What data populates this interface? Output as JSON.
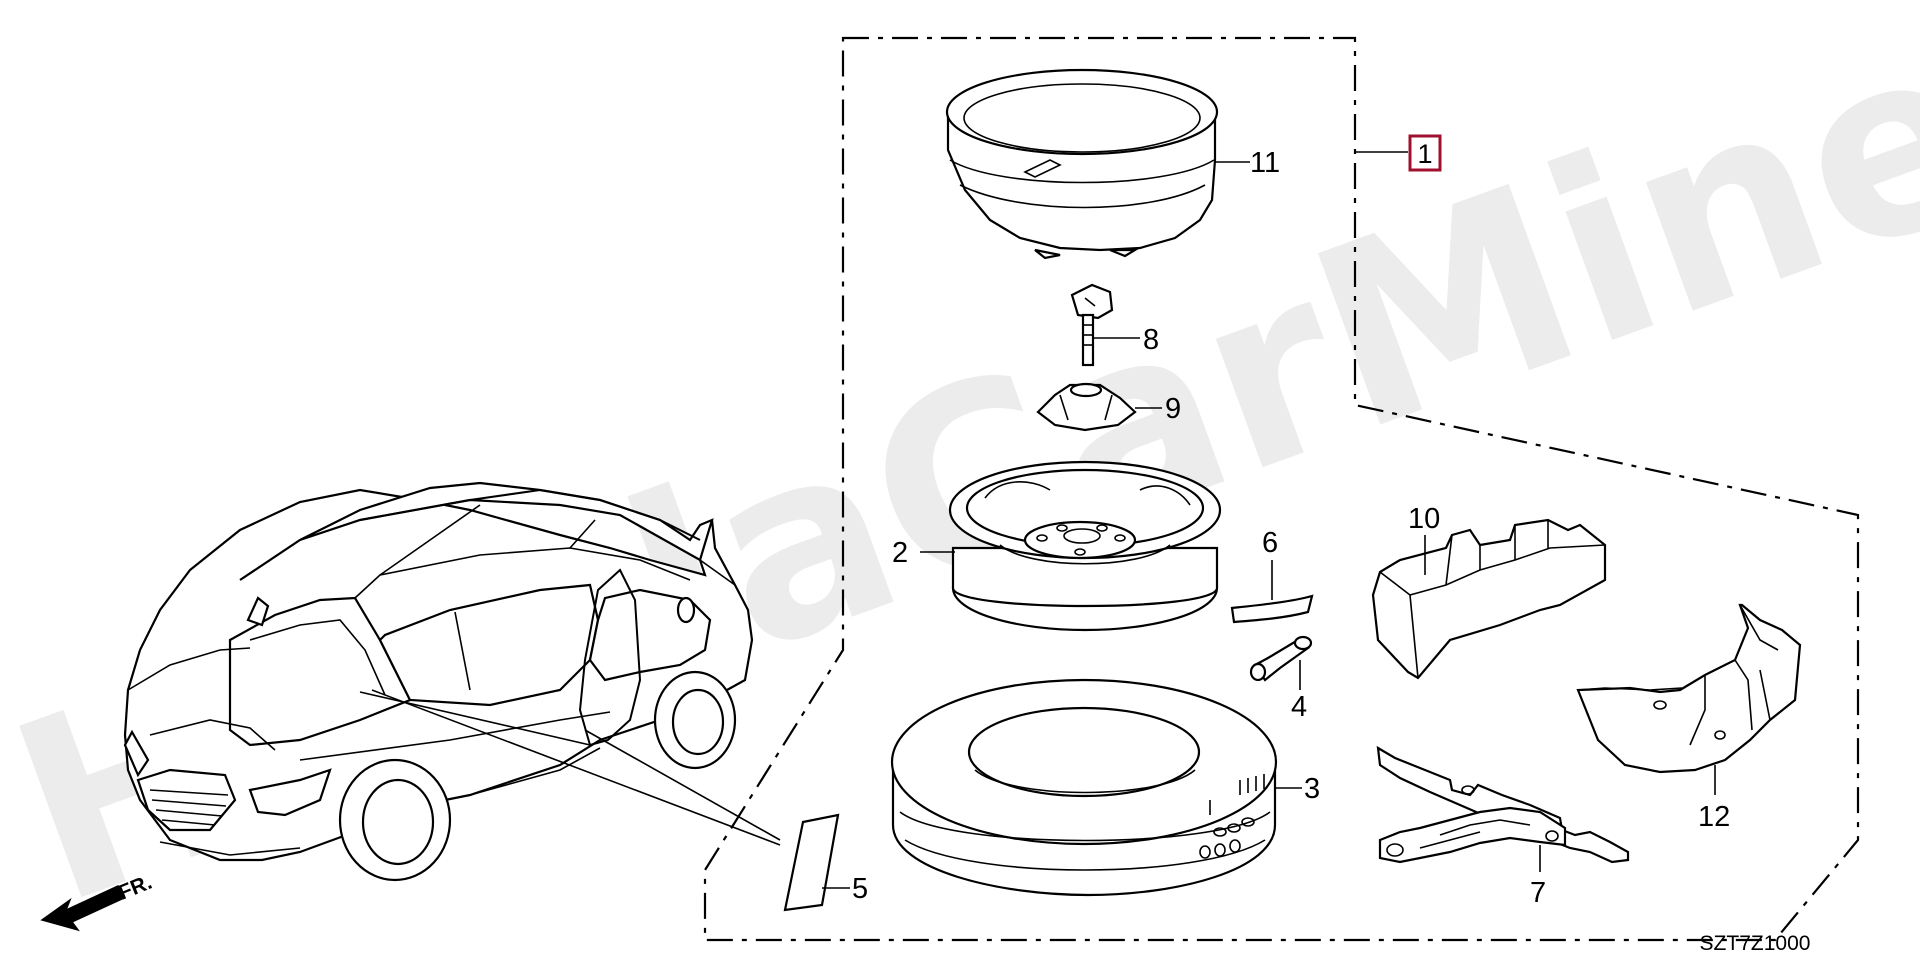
{
  "watermark": "HondaCarMine.ru",
  "diagram_code": "SZT7Z1000",
  "direction_label": "FR.",
  "assembly_box_label": "1",
  "colors": {
    "box_border": "#a0102e",
    "watermark": "#ececec",
    "lines": "#000000"
  },
  "callouts": {
    "c2": "2",
    "c3": "3",
    "c4": "4",
    "c5": "5",
    "c6": "6",
    "c7": "7",
    "c8": "8",
    "c9": "9",
    "c10": "10",
    "c11": "11",
    "c12": "12"
  }
}
